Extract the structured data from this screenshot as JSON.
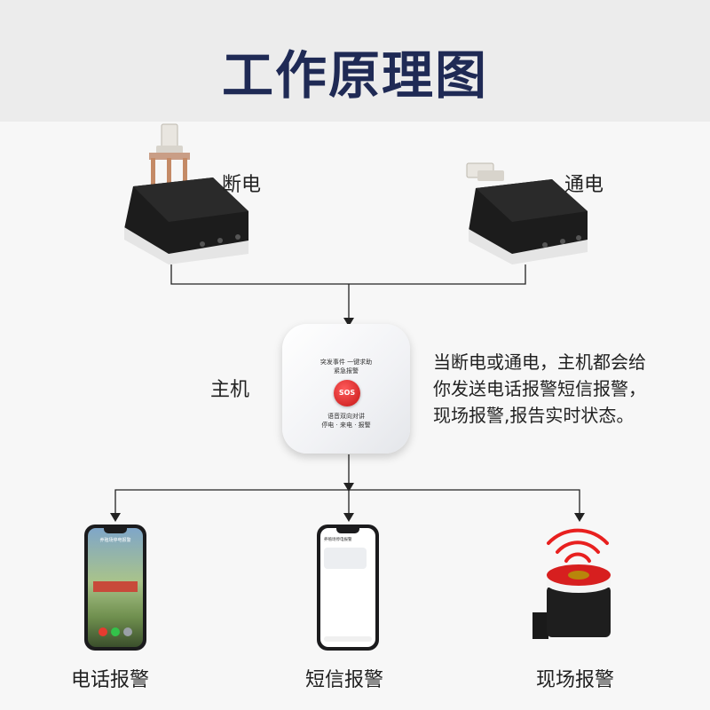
{
  "header": {
    "title": "工作原理图"
  },
  "switches": {
    "left_label": "断电",
    "right_label": "通电"
  },
  "host": {
    "label": "主机",
    "screen_line1": "突发事件 一键求助",
    "screen_line2": "紧急报警",
    "sos_label": "SOS",
    "screen_line3": "语音双向对讲",
    "screen_line4": "停电 · 来电 · 报警"
  },
  "description": "当断电或通电，主机都会给你发送电话报警短信报警，现场报警,报告实时状态。",
  "outputs": {
    "phone_call_label": "电话报警",
    "phone_call_screen_title": "养殖场停电报警",
    "sms_label": "短信报警",
    "sms_screen_title": "养殖场停电报警",
    "siren_label": "现场报警"
  },
  "colors": {
    "title": "#1f2a55",
    "header_bg": "#ececec",
    "page_bg": "#f7f7f7",
    "sos_red": "#d01c1c",
    "siren_waves": "#e8201f"
  }
}
